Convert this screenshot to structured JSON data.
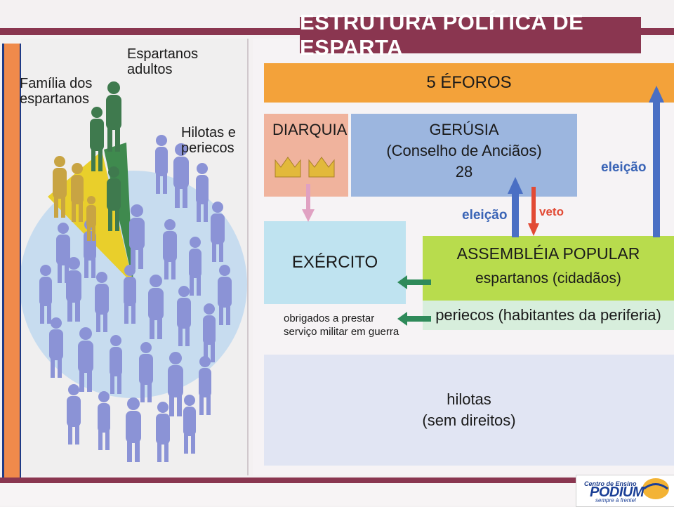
{
  "title": "ESTRUTURA POLÍTICA DE ESPARTA",
  "legend": {
    "familia": [
      "Família dos",
      "espartanos"
    ],
    "espartanos": [
      "Espartanos",
      "adultos"
    ],
    "hilotas": [
      "Hilotas e",
      "periecos"
    ]
  },
  "boxes": {
    "eforos": "5 ÉFOROS",
    "diarquia": "DIARQUIA",
    "gerusia_title": "GERÚSIA",
    "gerusia_sub": "(Conselho de Anciãos)",
    "gerusia_num": "28",
    "exercito": "EXÉRCITO",
    "assembleia_title": "ASSEMBLÉIA POPULAR",
    "assembleia_sub": "espartanos (cidadãos)",
    "periecos": "periecos (habitantes da periferia)",
    "hilotas_1": "hilotas",
    "hilotas_2": "(sem direitos)"
  },
  "arrow_labels": {
    "eleicao_right": "eleição",
    "eleicao_mid": "eleição",
    "veto": "veto"
  },
  "note": [
    "obrigados a prestar",
    "serviço militar em guerra"
  ],
  "logo": {
    "top": "Centro de Ensino",
    "main": "PODIUM",
    "sub": "sempre à frente!"
  },
  "colors": {
    "frame": "#8a3650",
    "eforos": "#f3a23a",
    "diarquia": "#f0b39d",
    "gerusia": "#9cb6df",
    "exercito": "#bfe3f0",
    "assembleia": "#b8dc4d",
    "periecos": "#d7eedc",
    "hilotas": "#e1e5f3",
    "pie_circle": "#c7dcef",
    "pie_yellow": "#e9cf2b",
    "people_blue": "#8b93d6",
    "people_gold": "#c8a443",
    "people_green": "#3f7a4e"
  }
}
